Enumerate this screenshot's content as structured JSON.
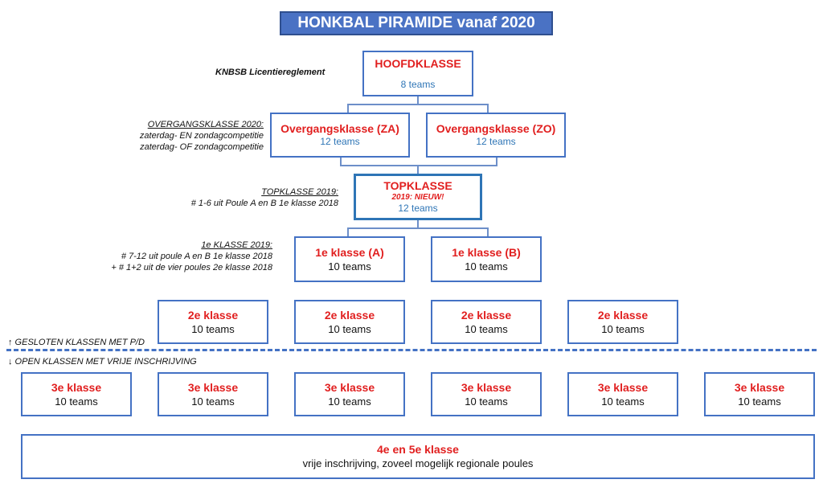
{
  "title": "HONKBAL PIRAMIDE vanaf 2020",
  "hoofdklasse": {
    "name": "HOOFDKLASSE",
    "teams": "8 teams",
    "note": "KNBSB Licentiereglement"
  },
  "overgang": {
    "note_title": "OVERGANGSKLASSE 2020:",
    "note_line1": "zaterdag- EN zondagcompetitie",
    "note_line2": "zaterdag- OF zondagcompetitie",
    "za": {
      "name": "Overgangsklasse (ZA)",
      "teams": "12 teams"
    },
    "zo": {
      "name": "Overgangsklasse (ZO)",
      "teams": "12 teams"
    }
  },
  "topklasse": {
    "name": "TOPKLASSE",
    "tag": "2019: NIEUW!",
    "teams": "12 teams",
    "note_title": "TOPKLASSE 2019:",
    "note_line1": "# 1-6 uit Poule A en B  1e klasse 2018"
  },
  "eerste": {
    "note_title": "1e KLASSE 2019:",
    "note_line1": "# 7-12 uit poule A en B 1e klasse 2018",
    "note_line2": "+ # 1+2 uit de vier poules 2e klasse 2018",
    "a": {
      "name": "1e klasse (A)",
      "teams": "10 teams"
    },
    "b": {
      "name": "1e klasse (B)",
      "teams": "10 teams"
    }
  },
  "tweede": [
    {
      "name": "2e klasse",
      "teams": "10 teams"
    },
    {
      "name": "2e klasse",
      "teams": "10 teams"
    },
    {
      "name": "2e klasse",
      "teams": "10 teams"
    },
    {
      "name": "2e klasse",
      "teams": "10 teams"
    }
  ],
  "labels": {
    "gesloten": "↑ GESLOTEN KLASSEN MET P/D",
    "open": "↓ OPEN KLASSEN MET VRIJE INSCHRIJVING"
  },
  "derde": [
    {
      "name": "3e klasse",
      "teams": "10 teams"
    },
    {
      "name": "3e klasse",
      "teams": "10 teams"
    },
    {
      "name": "3e klasse",
      "teams": "10 teams"
    },
    {
      "name": "3e klasse",
      "teams": "10 teams"
    },
    {
      "name": "3e klasse",
      "teams": "10 teams"
    },
    {
      "name": "3e klasse",
      "teams": "10 teams"
    }
  ],
  "vierde": {
    "name": "4e en 5e klasse",
    "desc": "vrije inschrijving, zoveel mogelijk regionale poules"
  },
  "colors": {
    "accent": "#4472c4",
    "red": "#e11f1f",
    "blue_text": "#2e75b6"
  }
}
